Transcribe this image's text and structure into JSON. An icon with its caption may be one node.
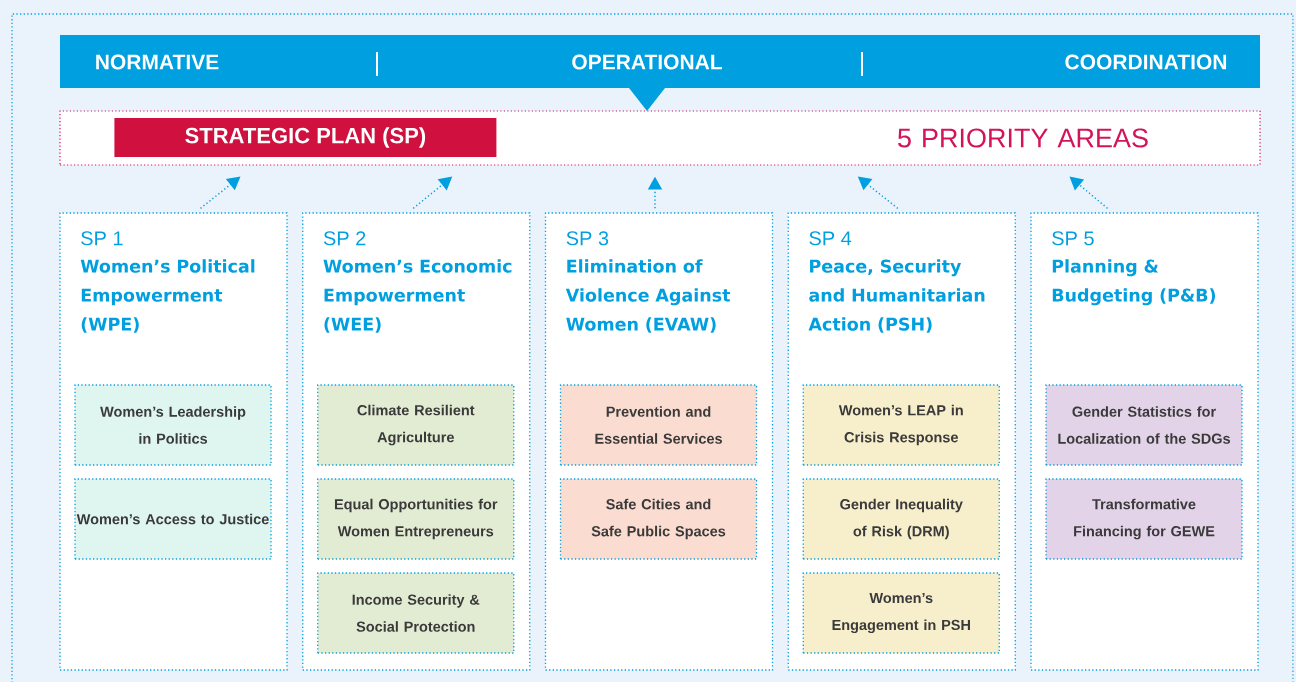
{
  "diagram": {
    "nodes": [
      {
        "text": [
          "NORMATIVE",
          "OPERATIONAL",
          "COORDINATION"
        ]
      },
      {
        "text": [
          "5 PRIORITY AREAS"
        ]
      },
      {
        "text": [
          "STRATEGIC PLAN (SP)"
        ],
        "in": 1
      },
      {
        "text": [
          "SP 1",
          "Women’s Political Empowerment (WPE)"
        ]
      },
      {
        "text": [
          "Women’s Leadership in Politics"
        ],
        "in": 3
      },
      {
        "text": [
          "Women’s Access to Justice"
        ],
        "in": 3
      },
      {
        "text": [
          "SP 2",
          "Women’s Economic Empowerment (WEE)"
        ]
      },
      {
        "text": [
          "Climate Resilient Agriculture"
        ],
        "in": 6
      },
      {
        "text": [
          "Equal Opportunities for Women Entrepreneurs"
        ],
        "in": 6
      },
      {
        "text": [
          "Income Security & Social Protection"
        ],
        "in": 6
      },
      {
        "text": [
          "SP 3",
          "Elimination of Violence Against Women (EVAW)"
        ]
      },
      {
        "text": [
          "Prevention and Essential Services"
        ],
        "in": 10
      },
      {
        "text": [
          "Safe Cities and Safe Public Spaces"
        ],
        "in": 10
      },
      {
        "text": [
          "SP 4",
          "Peace, Security and Humanitarian Action (PSH)"
        ]
      },
      {
        "text": [
          "Women’s LEAP in Crisis Response"
        ],
        "in": 13
      },
      {
        "text": [
          "Gender Inequality of Risk (DRM)"
        ],
        "in": 13
      },
      {
        "text": [
          "Women’s Engagement in PSH"
        ],
        "in": 13
      },
      {
        "text": [
          "SP 5",
          "Planning & Budgeting (P&B)"
        ]
      },
      {
        "text": [
          "Gender Statistics for Localization of the SDGs"
        ],
        "in": 17
      },
      {
        "text": [
          "Transformative Financing for GEWE"
        ],
        "in": 17
      }
    ],
    "edges": [
      {
        "from": 3,
        "to": 1,
        "arrow": "to"
      },
      {
        "from": 6,
        "to": 1,
        "arrow": "to"
      },
      {
        "from": 10,
        "to": 1,
        "arrow": "to"
      },
      {
        "from": 13,
        "to": 1,
        "arrow": "to"
      },
      {
        "from": 17,
        "to": 1,
        "arrow": "to"
      }
    ]
  }
}
